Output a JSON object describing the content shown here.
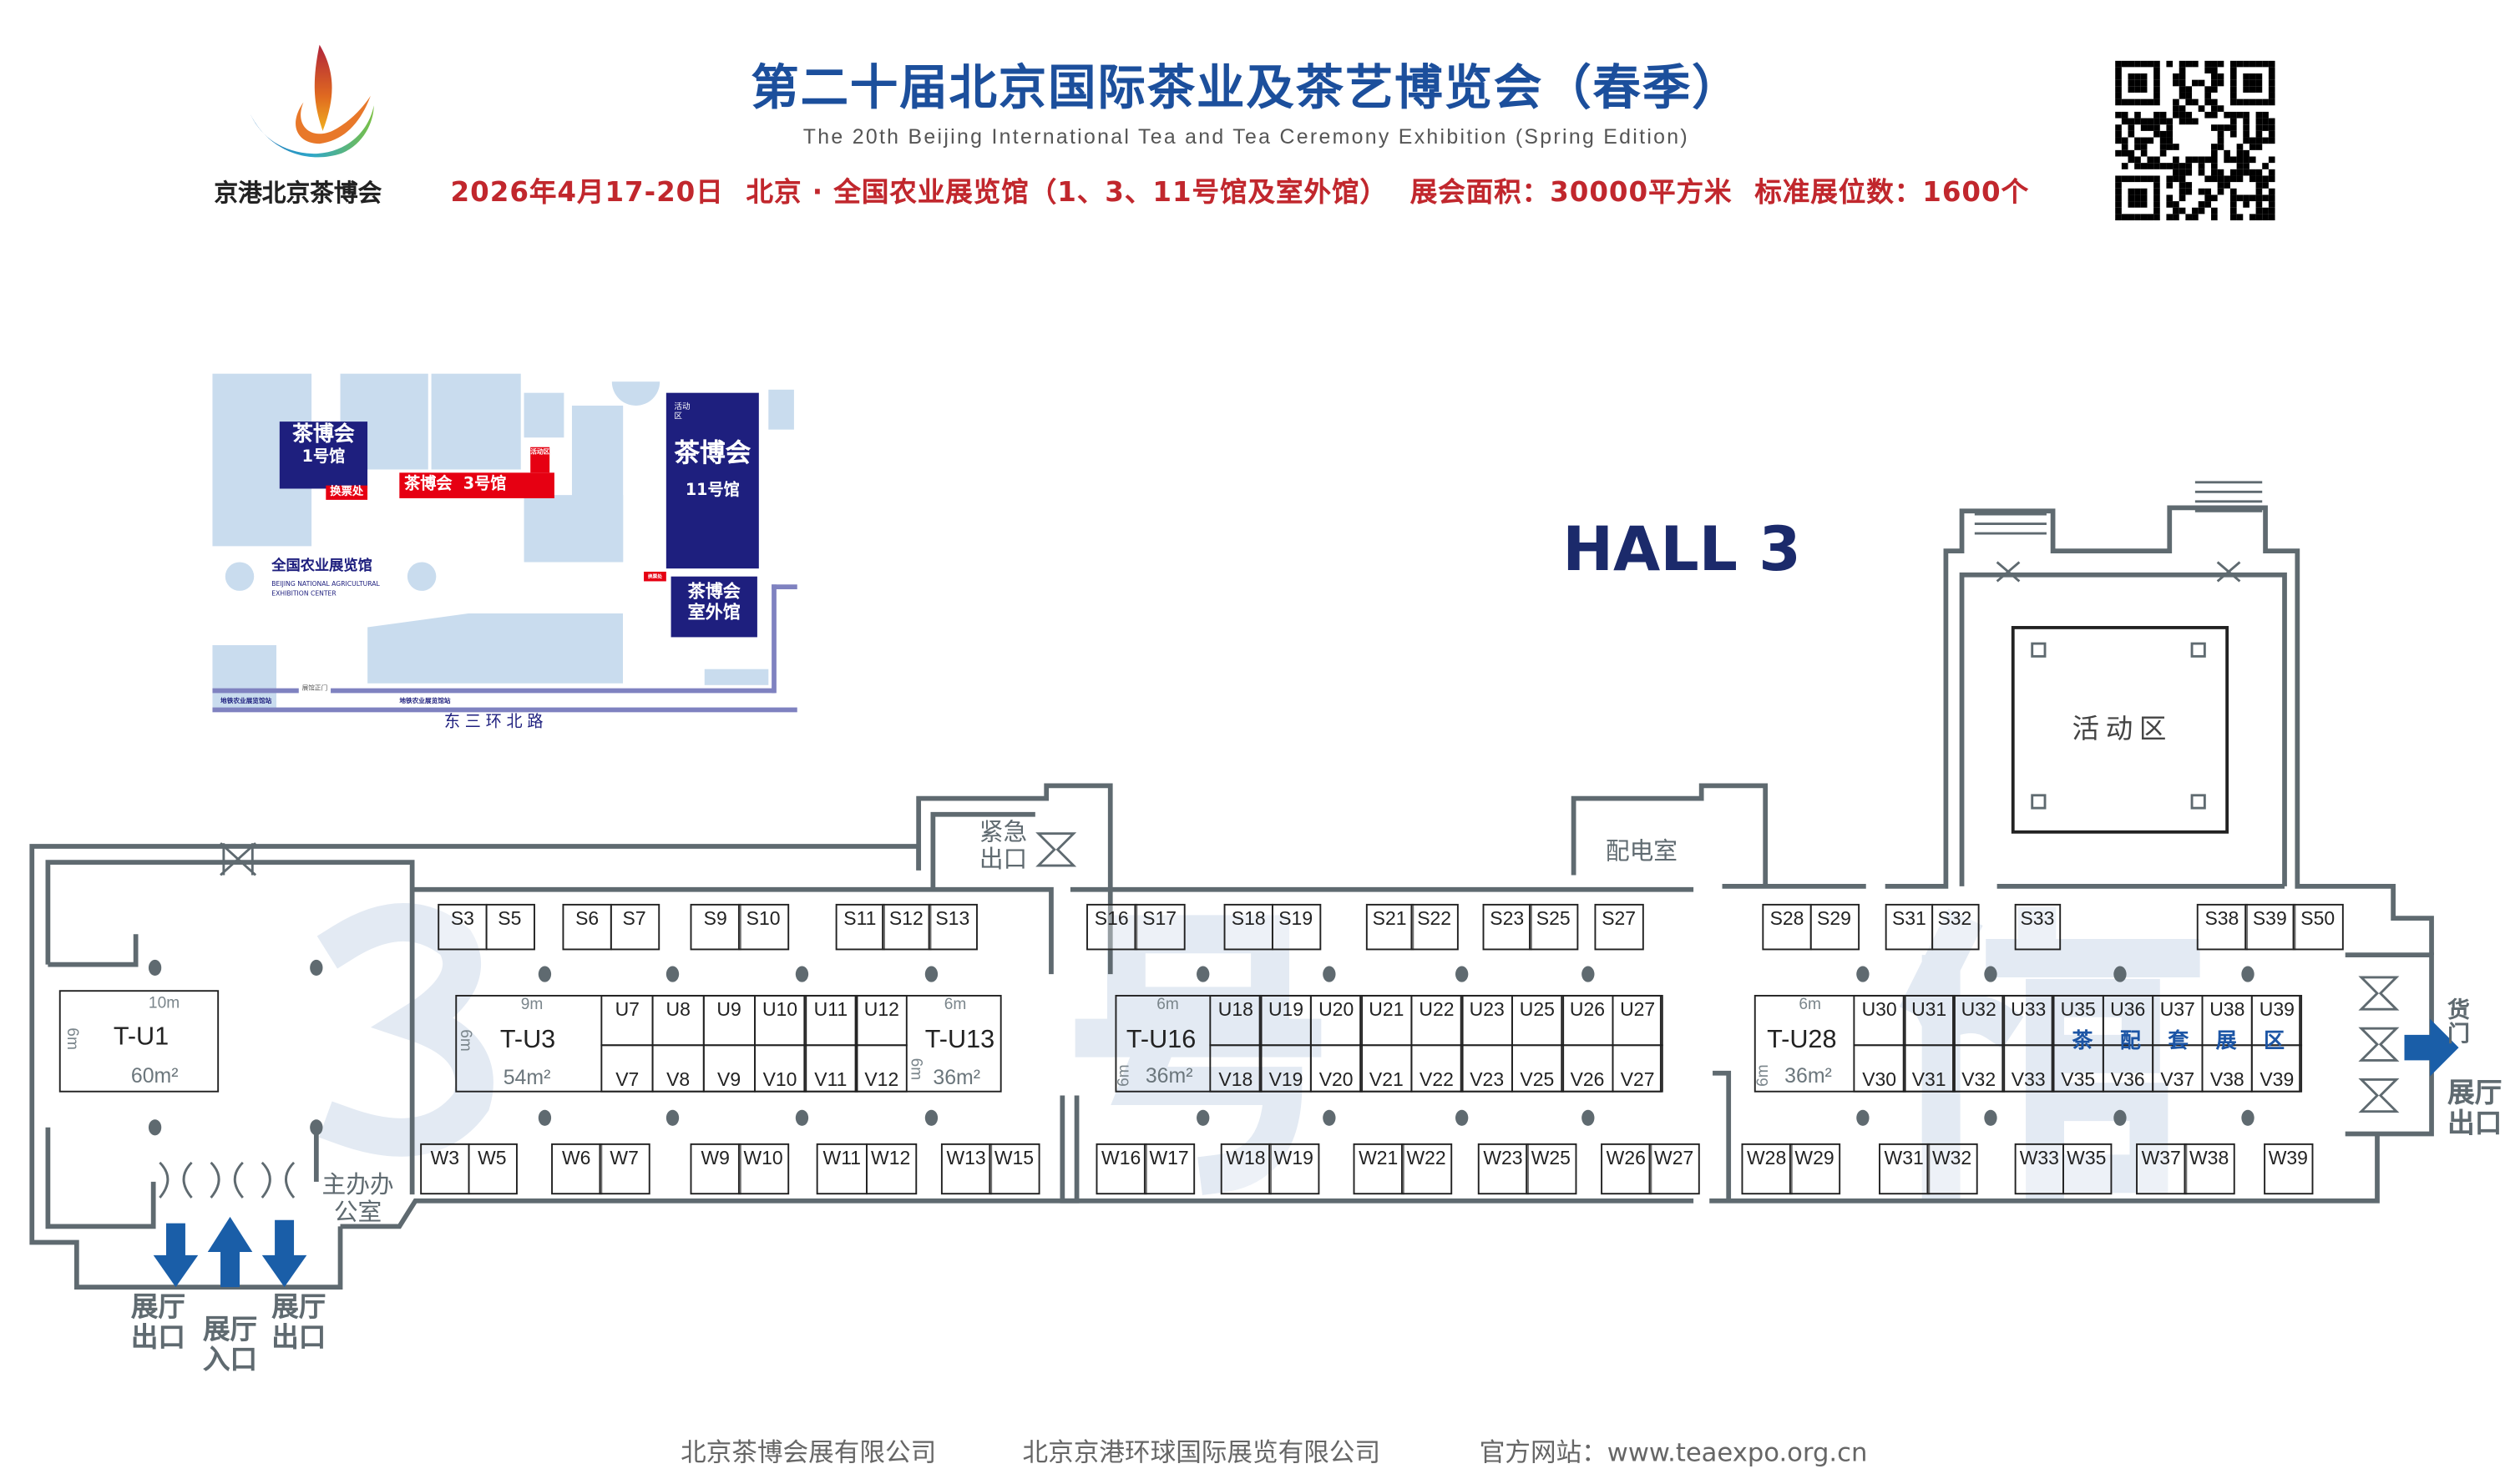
{
  "header": {
    "logo_text": "京港北京茶博会",
    "title": "第二十届北京国际茶业及茶艺博览会（春季）",
    "subtitle": "The 20th Beijing International Tea and Tea Ceremony Exhibition (Spring Edition)",
    "info": {
      "dates": "2026年4月17-20日",
      "venue": "北京 · 全国农业展览馆（1、3、11号馆及室外馆）",
      "area": "展会面积：30000平方米",
      "booths": "标准展位数：1600个"
    }
  },
  "minimap": {
    "hall1": {
      "name": "茶博会",
      "num": "1号馆"
    },
    "hall3": {
      "name": "茶博会",
      "num": "3号馆"
    },
    "hall11": {
      "name": "茶博会",
      "num": "11号馆",
      "activity": "活动区"
    },
    "outdoor": {
      "name": "茶博会",
      "num": "室外馆"
    },
    "activity_small": "活动区",
    "ticket": "换票处",
    "center_cn": "全国农业展览馆",
    "center_en1": "BEIJING NATIONAL AGRICULTURAL",
    "center_en2": "EXHIBITION CENTER",
    "gate": "展馆正门",
    "subway1": "地铁农业展览馆站",
    "subway2": "地铁农业展览馆站",
    "road": "东三环北路"
  },
  "floor": {
    "hall_title": "HALL 3",
    "watermark": [
      "3",
      "号",
      "馆"
    ],
    "emergency_exit": "紧急出口",
    "power_room": "配电室",
    "activity_area": "活动区",
    "office": "主办办公室",
    "exit_left": "展厅出口",
    "entrance": "展厅入口",
    "exit_mid": "展厅出口",
    "cargo_door": "货门",
    "exit_right": "展厅出口",
    "tea_zone": [
      "茶",
      "配",
      "套",
      "展",
      "区"
    ],
    "big_booths": {
      "tu1": {
        "name": "T-U1",
        "w": "10m",
        "d": "6m",
        "area": "60m²"
      },
      "tu3": {
        "name": "T-U3",
        "w": "9m",
        "d": "6m",
        "area": "54m²"
      },
      "tu13": {
        "name": "T-U13",
        "w": "6m",
        "d": "6m",
        "area": "36m²"
      },
      "tu16": {
        "name": "T-U16",
        "w": "6m",
        "d": "6m",
        "area": "36m²"
      },
      "tu28": {
        "name": "T-U28",
        "w": "6m",
        "d": "6m",
        "area": "36m²"
      }
    },
    "s_row": [
      [
        "S3",
        "S5"
      ],
      [
        "S6",
        "S7"
      ],
      [
        "S9",
        "S10"
      ],
      [
        "S11",
        "S12",
        "S13"
      ],
      [
        "S16",
        "S17"
      ],
      [
        "S18",
        "S19"
      ],
      [
        "S21",
        "S22"
      ],
      [
        "S23",
        "S25"
      ],
      [
        "S27"
      ],
      [
        "S28",
        "S29"
      ],
      [
        "S31",
        "S32"
      ],
      [
        "S33"
      ],
      [
        "S38",
        "S39",
        "S50"
      ]
    ],
    "w_row": [
      [
        "W3",
        "W5"
      ],
      [
        "W6",
        "W7"
      ],
      [
        "W9",
        "W10"
      ],
      [
        "W11",
        "W12"
      ],
      [
        "W13",
        "W15"
      ],
      [
        "W16",
        "W17"
      ],
      [
        "W18",
        "W19"
      ],
      [
        "W21",
        "W22"
      ],
      [
        "W23",
        "W25"
      ],
      [
        "W26",
        "W27"
      ],
      [
        "W28",
        "W29"
      ],
      [
        "W31",
        "W32"
      ],
      [
        "W33",
        "W35"
      ],
      [
        "W37",
        "W38"
      ],
      [
        "W39"
      ]
    ],
    "u_blocks": [
      {
        "u": [
          "U7",
          "U8",
          "U9",
          "U10",
          "U11",
          "U12"
        ],
        "v": [
          "V7",
          "V8",
          "V9",
          "V10",
          "V11",
          "V12"
        ]
      },
      {
        "u": [
          "U18",
          "U19",
          "U20",
          "U21",
          "U22",
          "U23",
          "U25",
          "U26",
          "U27"
        ],
        "v": [
          "V18",
          "V19",
          "V20",
          "V21",
          "V22",
          "V23",
          "V25",
          "V26",
          "V27"
        ]
      },
      {
        "u": [
          "U30",
          "U31",
          "U32",
          "U33",
          "U35",
          "U36",
          "U37",
          "U38",
          "U39"
        ],
        "v": [
          "V30",
          "V31",
          "V32",
          "V33",
          "V35",
          "V36",
          "V37",
          "V38",
          "V39"
        ]
      }
    ]
  },
  "footer": [
    "北京茶博会展有限公司",
    "北京京港环球国际展览有限公司",
    "官方网站：www.teaexpo.org.cn"
  ],
  "colors": {
    "title_blue": "#1c4f9c",
    "info_red": "#c1272d",
    "navy": "#1e1f7e",
    "map_blue": "#c9dcee",
    "wall_gray": "#5f6a70",
    "arrow_blue": "#1a5ea8"
  }
}
